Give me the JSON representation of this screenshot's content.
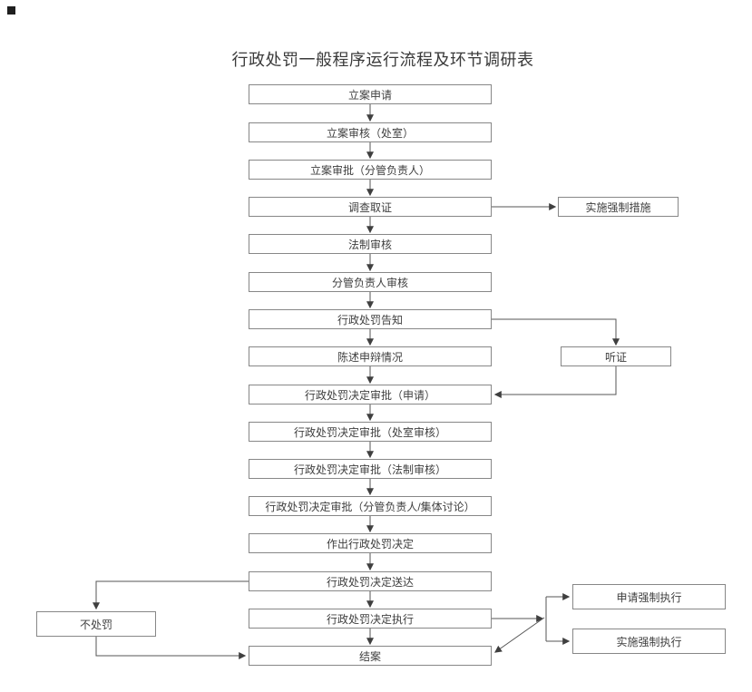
{
  "page": {
    "title": "行政处罚一般程序运行流程及环节调研表"
  },
  "colors": {
    "box_border": "#878787",
    "text": "#3f3f3f",
    "connector": "#555555",
    "background": "#ffffff"
  },
  "flowchart": {
    "main_steps": [
      "立案申请",
      "立案审核（处室）",
      "立案审批（分管负责人）",
      "调查取证",
      "法制审核",
      "分管负责人审核",
      "行政处罚告知",
      "陈述申辩情况",
      "行政处罚决定审批（申请）",
      "行政处罚决定审批（处室审核）",
      "行政处罚决定审批（法制审核）",
      "行政处罚决定审批（分管负责人/集体讨论）",
      "作出行政处罚决定",
      "行政处罚决定送达",
      "行政处罚决定执行",
      "结案"
    ],
    "branches": {
      "compulsory_measures": "实施强制措施",
      "hearing": "听证",
      "no_penalty": "不处罚",
      "apply_compulsory_execution": "申请强制执行",
      "implement_compulsory_execution": "实施强制执行"
    }
  }
}
